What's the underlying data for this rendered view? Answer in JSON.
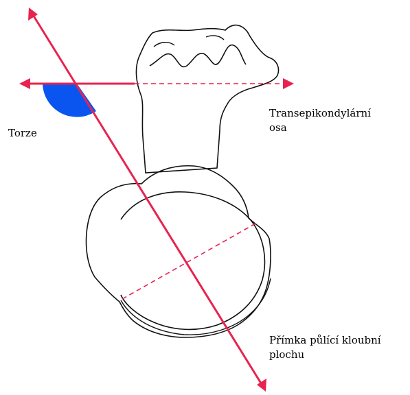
{
  "labels": {
    "torsion": "Torze",
    "transepicondylar_line1": "Transepikondylární",
    "transepicondylar_line2": "osa",
    "bisector_line1": "Přímka půlící kloubní",
    "bisector_line2": "plochu"
  },
  "colors": {
    "axis_line": "#e8234f",
    "torsion_angle": "#0a55f0",
    "outline": "#111111",
    "background": "#ffffff"
  },
  "icons": {
    "axis_arrowhead": "arrowhead"
  }
}
